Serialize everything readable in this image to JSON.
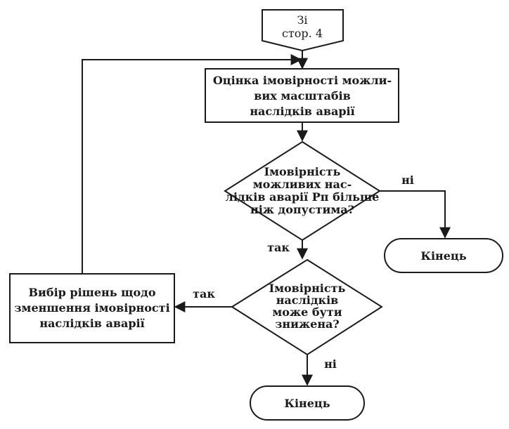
{
  "start_connector": {
    "line1": "Зі",
    "line2": "стор. 4"
  },
  "assess_box": {
    "line1": "Оцінка імовірності можли-",
    "line2": "вих масштабів",
    "line3": "наслідків аварії"
  },
  "decision1": {
    "line1": "Імовірність",
    "line2": "можливих нас-",
    "line3": "лідків аварії Рп більше",
    "line4": "ніж допустима?"
  },
  "decision2": {
    "line1": "Імовірність",
    "line2": "наслідків",
    "line3": "може бути",
    "line4": "знижена?"
  },
  "choice_box": {
    "line1": "Вибір рішень щодо",
    "line2": "зменшення імовірності",
    "line3": "наслідків аварії"
  },
  "end1_label": "Кінець",
  "end2_label": "Кінець",
  "labels": {
    "d1_no": "ні",
    "d1_yes": "так",
    "d2_yes": "так",
    "d2_no": "ні"
  }
}
